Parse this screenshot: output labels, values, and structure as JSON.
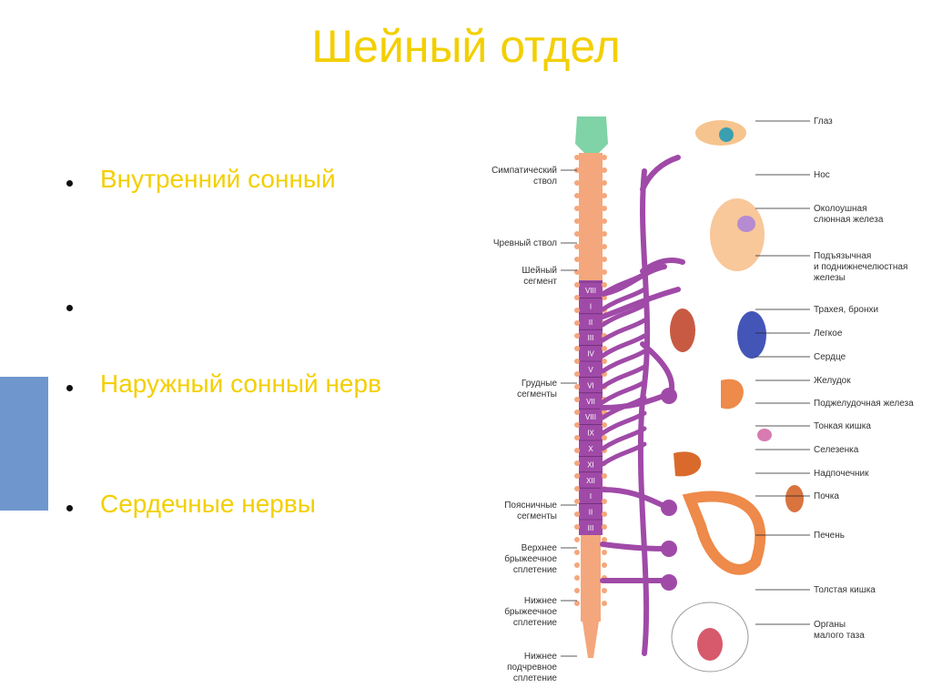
{
  "slide": {
    "title": "Шейный отдел",
    "bullets": [
      {
        "text": "Внутренний сонный"
      },
      {
        "text": ""
      },
      {
        "text": "Наружный сонный нерв"
      },
      {
        "text": "Сердечные нервы"
      }
    ]
  },
  "diagram": {
    "left_labels": [
      {
        "lines": [
          "Симпатический",
          "ствол"
        ]
      },
      {
        "lines": [
          "Чревный ствол"
        ]
      },
      {
        "lines": [
          "Шейный",
          "сегмент"
        ]
      },
      {
        "lines": [
          "Грудные",
          "сегменты"
        ]
      },
      {
        "lines": [
          "Поясничные",
          "сегменты"
        ]
      },
      {
        "lines": [
          "Верхнее",
          "брыжеечное",
          "сплетение"
        ]
      },
      {
        "lines": [
          "Нижнее",
          "брыжеечное",
          "сплетение"
        ]
      },
      {
        "lines": [
          "Нижнее",
          "подчревное",
          "сплетение"
        ]
      }
    ],
    "right_labels": [
      {
        "lines": [
          "Глаз"
        ]
      },
      {
        "lines": [
          "Нос"
        ]
      },
      {
        "lines": [
          "Околоушная",
          "слюнная железа"
        ]
      },
      {
        "lines": [
          "Подъязычная",
          "и поднижнечелюстная",
          "железы"
        ]
      },
      {
        "lines": [
          "Трахея, бронхи"
        ]
      },
      {
        "lines": [
          "Легкое"
        ]
      },
      {
        "lines": [
          "Сердце"
        ]
      },
      {
        "lines": [
          "Желудок"
        ]
      },
      {
        "lines": [
          "Поджелудочная железа"
        ]
      },
      {
        "lines": [
          "Тонкая кишка"
        ]
      },
      {
        "lines": [
          "Селезенка"
        ]
      },
      {
        "lines": [
          "Надпочечник"
        ]
      },
      {
        "lines": [
          "Почка"
        ]
      },
      {
        "lines": [
          "Печень"
        ]
      },
      {
        "lines": [
          "Толстая кишка"
        ]
      },
      {
        "lines": [
          "Органы",
          "малого таза"
        ]
      }
    ],
    "segments": [
      "VIII",
      "I",
      "II",
      "III",
      "IV",
      "V",
      "VI",
      "VII",
      "VIII",
      "IX",
      "X",
      "XI",
      "XII",
      "I",
      "II",
      "III"
    ],
    "colors": {
      "title": "#f3cf00",
      "nerve": "#a04aa8",
      "cord": "#f4a77c",
      "sidebar": "#6f97cd"
    }
  }
}
